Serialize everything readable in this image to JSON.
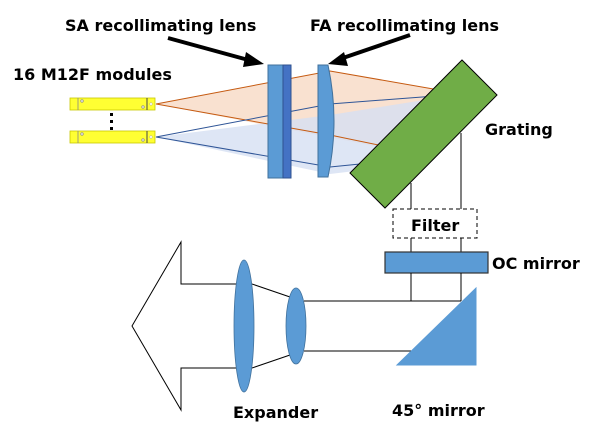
{
  "diagram": {
    "title": "Laser diode external-cavity setup",
    "labels": {
      "modules": "16 M12F modules",
      "sa_lens": "SA recollimating lens",
      "fa_lens": "FA recollimating lens",
      "grating": "Grating",
      "filter": "Filter",
      "oc_mirror": "OC mirror",
      "expander": "Expander",
      "mirror45": "45° mirror"
    },
    "module_count": 16,
    "colors": {
      "module_fill": "#ffff33",
      "lens_blue": "#5b9bd5",
      "lens_dark_blue": "#4472c4",
      "grating_green": "#70ad47",
      "beam_orange_fill": "#f8dcc8",
      "beam_orange_stroke": "#c55a11",
      "beam_blue_fill": "#d6e0f2",
      "beam_blue_stroke": "#2f5597"
    }
  }
}
